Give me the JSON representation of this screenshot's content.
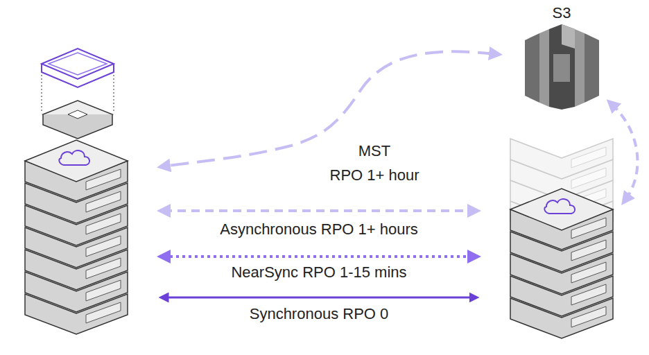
{
  "diagram": {
    "nodes": [
      {
        "text": [
          "S3"
        ]
      }
    ],
    "labels": [
      "MST",
      "RPO 1+ hour",
      "Asynchronous RPO 1+ hours",
      "NearSync RPO 1-15 mins",
      "Synchronous RPO 0"
    ]
  }
}
